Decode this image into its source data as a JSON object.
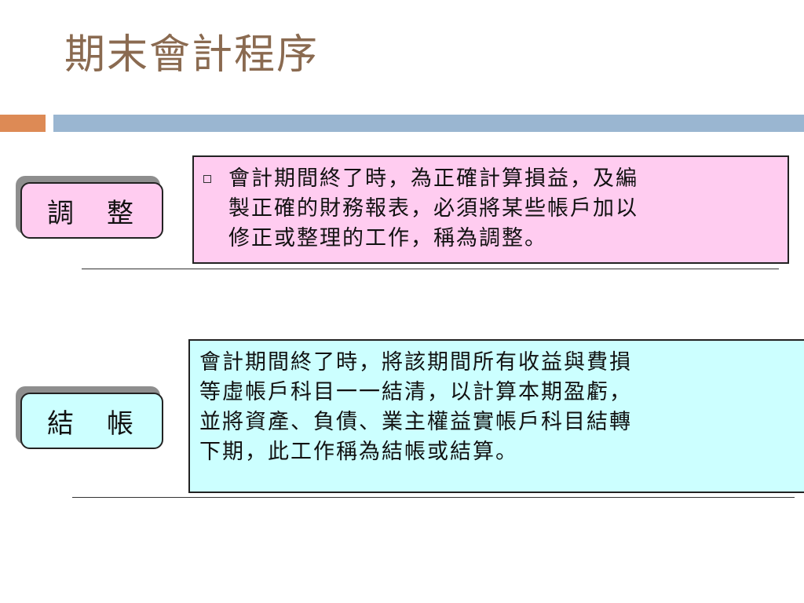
{
  "slide": {
    "title": "期末會計程序"
  },
  "sections": [
    {
      "label": "調　整",
      "description": "會計期間終了時，為正確計算損益，及編製正確的財務報表，必須將某些帳戶加以修正或整理的工作，稱為調整。",
      "lines": [
        "會計期間終了時，為正確計算損益，及編",
        "製正確的財務報表，必須將某些帳戶加以",
        "修正或整理的工作，稱為調整。"
      ]
    },
    {
      "label": "結　帳",
      "description": "會計期間終了時，將該期間所有收益與費損等虛帳戶科目一一結清，以計算本期盈虧，並將資產、負債、業主權益實帳戶科目結轉下期，此工作稱為結帳或結算。",
      "lines": [
        "會計期間終了時，將該期間所有收益與費損",
        "等虛帳戶科目一一結清，以計算本期盈虧，",
        "並將資產、負債、業主權益實帳戶科目結轉",
        "下期，此工作稱為結帳或結算。"
      ]
    }
  ],
  "colors": {
    "title": "#8a6a50",
    "accent_orange": "#dd8a55",
    "accent_blue": "#9ab6d1",
    "adjust_fill": "#ffccf0",
    "closing_fill": "#ccffff"
  }
}
